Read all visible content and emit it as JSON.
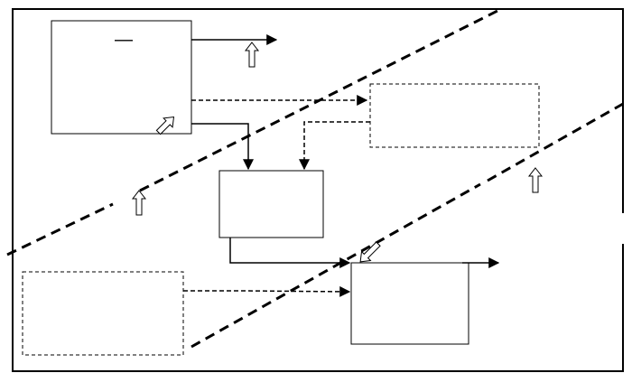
{
  "diagram": {
    "title_mark": "—",
    "colors": {
      "stroke": "#000000",
      "background": "#ffffff",
      "hollow_arrow_fill": "#ffffff"
    },
    "nodes": [
      {
        "id": "box-top-left",
        "style": "solid",
        "label": ""
      },
      {
        "id": "box-center",
        "style": "solid",
        "label": ""
      },
      {
        "id": "box-bottom-right",
        "style": "solid",
        "label": ""
      },
      {
        "id": "box-top-right",
        "style": "dashed",
        "label": ""
      },
      {
        "id": "box-bottom-left",
        "style": "dashed",
        "label": ""
      }
    ],
    "connectors": [
      {
        "from": "box-top-left",
        "to": "outside-right",
        "style": "solid"
      },
      {
        "from": "box-top-left",
        "to": "box-top-right",
        "style": "dashed"
      },
      {
        "from": "box-top-left",
        "to": "box-center",
        "style": "solid"
      },
      {
        "from": "box-top-right",
        "to": "box-center",
        "style": "dashed"
      },
      {
        "from": "box-center",
        "to": "box-bottom-right",
        "style": "solid"
      },
      {
        "from": "box-bottom-left",
        "to": "box-bottom-right",
        "style": "dashed"
      },
      {
        "from": "box-bottom-right",
        "to": "outside-right",
        "style": "solid"
      }
    ],
    "hollow_arrows": [
      {
        "id": "hollow-arrow-top",
        "direction": "up"
      },
      {
        "id": "hollow-arrow-left",
        "direction": "up"
      },
      {
        "id": "hollow-arrow-right",
        "direction": "up"
      },
      {
        "id": "hollow-arrow-diag-top-left",
        "direction": "up-right"
      },
      {
        "id": "hollow-arrow-diag-center",
        "direction": "down-left"
      }
    ],
    "boundary_lines": [
      {
        "id": "boundary-line-upper",
        "style": "dashed-bold"
      },
      {
        "id": "boundary-line-lower",
        "style": "dashed-bold"
      }
    ]
  }
}
